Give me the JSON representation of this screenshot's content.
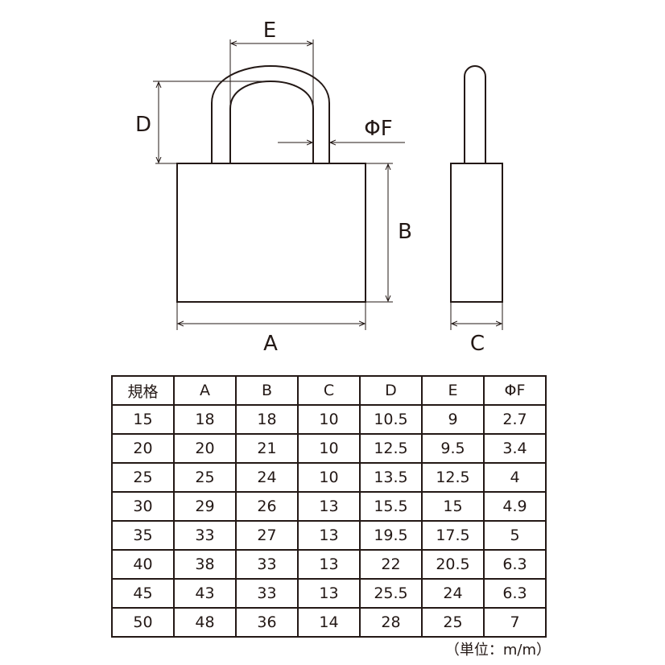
{
  "diagram": {
    "labels": {
      "A": "A",
      "B": "B",
      "C": "C",
      "D": "D",
      "E": "E",
      "F": "ΦF"
    },
    "line_color": "#231815"
  },
  "table": {
    "headers": [
      "規格",
      "A",
      "B",
      "C",
      "D",
      "E",
      "ΦF"
    ],
    "rows": [
      [
        "15",
        "18",
        "18",
        "10",
        "10.5",
        "9",
        "2.7"
      ],
      [
        "20",
        "20",
        "21",
        "10",
        "12.5",
        "9.5",
        "3.4"
      ],
      [
        "25",
        "25",
        "24",
        "10",
        "13.5",
        "12.5",
        "4"
      ],
      [
        "30",
        "29",
        "26",
        "13",
        "15.5",
        "15",
        "4.9"
      ],
      [
        "35",
        "33",
        "27",
        "13",
        "19.5",
        "17.5",
        "5"
      ],
      [
        "40",
        "38",
        "33",
        "13",
        "22",
        "20.5",
        "6.3"
      ],
      [
        "45",
        "43",
        "33",
        "13",
        "25.5",
        "24",
        "6.3"
      ],
      [
        "50",
        "48",
        "36",
        "14",
        "28",
        "25",
        "7"
      ]
    ],
    "unit": "（単位：m/m）"
  }
}
